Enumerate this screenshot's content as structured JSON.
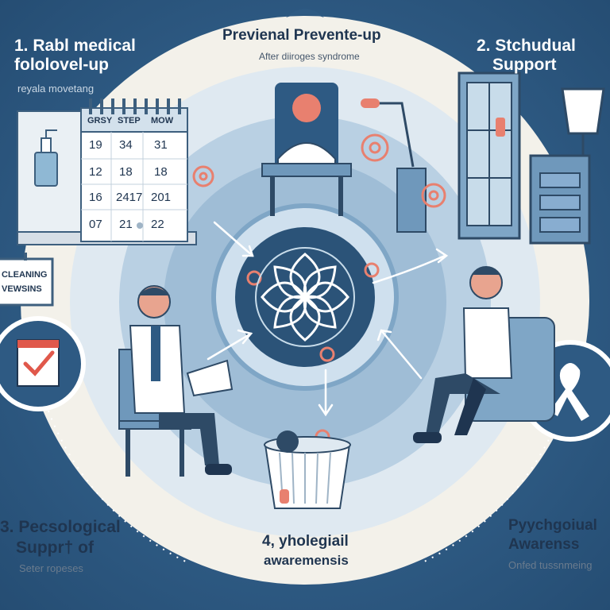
{
  "title": {
    "main": "Previenal Prevente-up",
    "sub": "After diiroges syndrome"
  },
  "steps": [
    {
      "heading": "1. Rabl medical",
      "heading2": "fololovel-up",
      "sub": "reyala movetang"
    },
    {
      "heading": "2. Stchudual",
      "heading2": "Support"
    },
    {
      "heading": "3. Pecsological",
      "heading2": "Suppr† of",
      "sub": "Seter ropeses"
    },
    {
      "heading": "4, yholegiail",
      "heading2": "awaremensis"
    },
    {
      "heading": "Pyychgoiual",
      "heading2": "Awarenss",
      "sub": "Onfed tussnmeing"
    }
  ],
  "calendar": {
    "headers": [
      "GRSY",
      "STEP",
      "MOW"
    ],
    "rows": [
      [
        "19",
        "34",
        "31"
      ],
      [
        "12",
        "18",
        "18"
      ],
      [
        "16",
        "2417",
        "201"
      ],
      [
        "07",
        "21",
        "22"
      ]
    ]
  },
  "sign": {
    "line1": "CLEANING",
    "line2": "VEWSINS"
  },
  "colors": {
    "navy": "#2e5a83",
    "cream": "#f3f1ea",
    "accent": "#e8806f",
    "check": "#e0584b"
  },
  "icons": [
    "calendar-icon",
    "checklist-icon",
    "awareness-ribbon-icon",
    "lotus-icon",
    "doctor-figure",
    "patient-figure"
  ]
}
